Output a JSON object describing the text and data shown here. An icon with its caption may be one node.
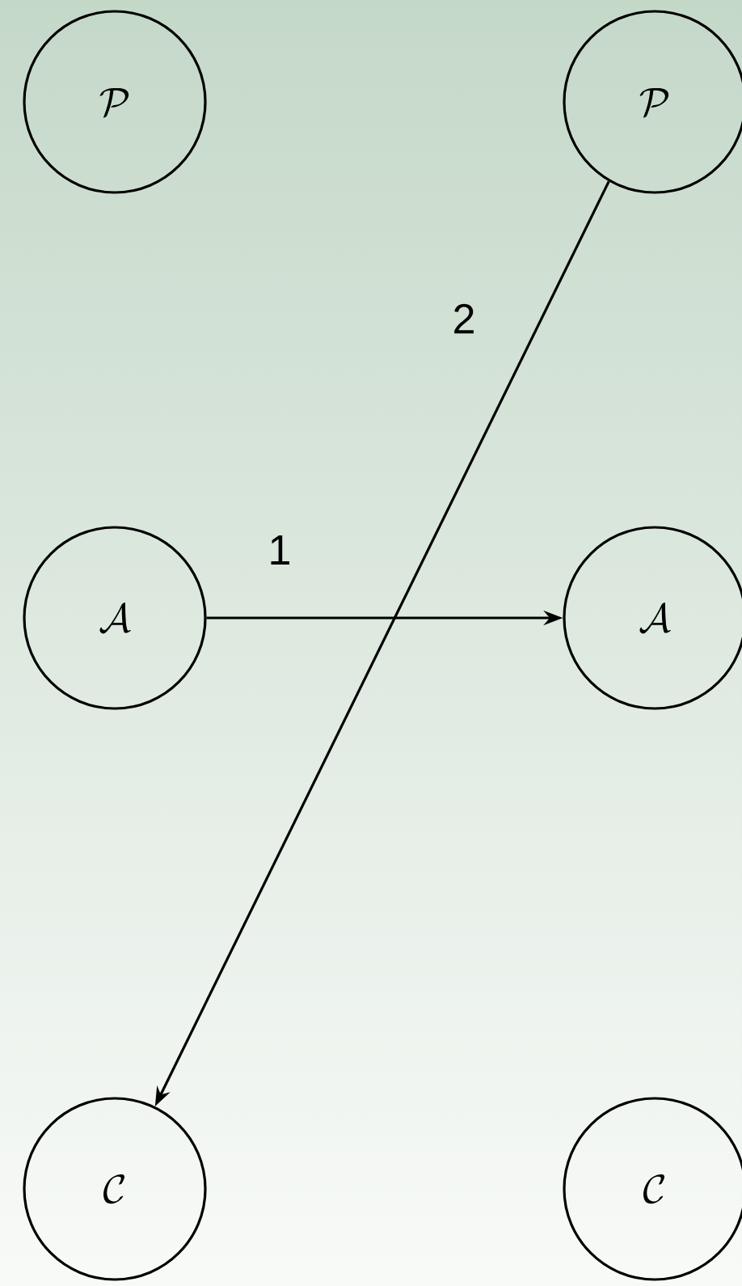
{
  "diagram": {
    "nodes": [
      {
        "text": [
          "\\mathcal{P}"
        ]
      },
      {
        "text": [
          "\\mathcal{P}"
        ]
      },
      {
        "text": [
          "\\mathcal{A}"
        ]
      },
      {
        "text": [
          "\\mathcal{A}"
        ]
      },
      {
        "text": [
          "\\mathcal{C}"
        ]
      },
      {
        "text": [
          "\\mathcal{C}"
        ]
      }
    ],
    "edges": [
      {
        "from": 2,
        "to": 3,
        "arrow": "to",
        "label": "1"
      },
      {
        "from": 1,
        "to": 4,
        "arrow": "to",
        "label": "2"
      }
    ]
  }
}
